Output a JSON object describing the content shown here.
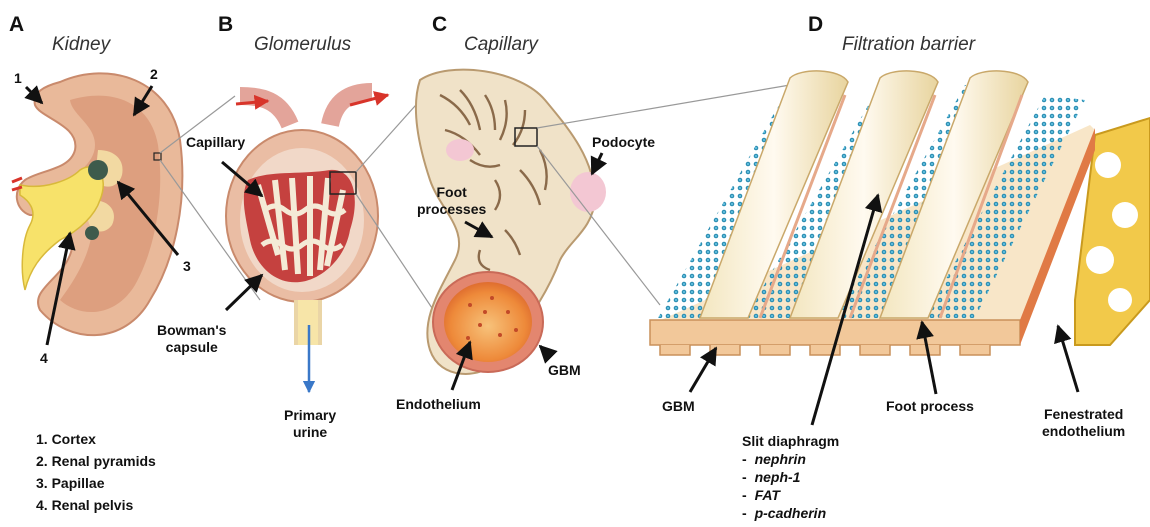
{
  "panels": [
    {
      "letter": "A",
      "title": "Kidney"
    },
    {
      "letter": "B",
      "title": "Glomerulus"
    },
    {
      "letter": "C",
      "title": "Capillary"
    },
    {
      "letter": "D",
      "title": "Filtration barrier"
    }
  ],
  "kidney_numbers": [
    "1",
    "2",
    "3",
    "4"
  ],
  "legend": [
    "1. Cortex",
    "2. Renal pyramids",
    "3. Papillae",
    "4. Renal pelvis"
  ],
  "labels": {
    "capillary": "Capillary",
    "bowmans_line1": "Bowman's",
    "bowmans_line2": "capsule",
    "primary_line1": "Primary",
    "primary_line2": "urine",
    "foot_processes_line1": "Foot",
    "foot_processes_line2": "processes",
    "podocyte": "Podocyte",
    "endothelium": "Endothelium",
    "gbm_c": "GBM",
    "gbm_d": "GBM",
    "foot_process": "Foot process",
    "fenestrated_line1": "Fenestrated",
    "fenestrated_line2": "endothelium",
    "slit_title": "Slit diaphragm",
    "slit_items": [
      "nephrin",
      "neph-1",
      "FAT",
      "p-cadherin"
    ]
  }
}
